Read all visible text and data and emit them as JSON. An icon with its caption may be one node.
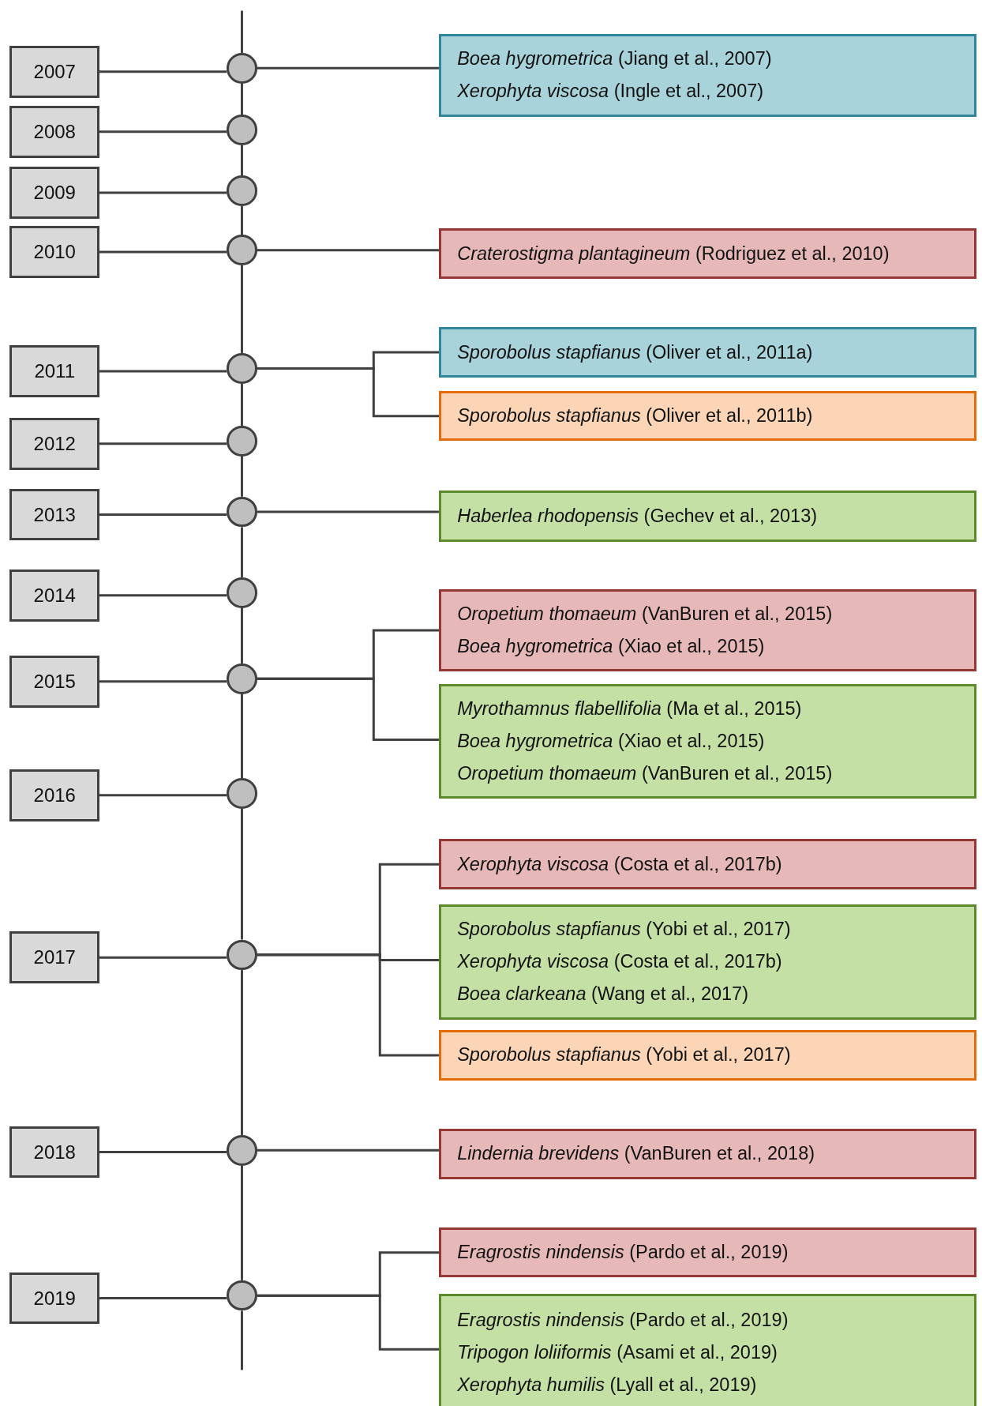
{
  "diagram": {
    "nodes": [
      {
        "text": [
          "2007"
        ]
      },
      {
        "text": [],
        "shape": "circle"
      },
      {
        "text": [
          "*Boea hygrometrica* (Jiang et al., 2007)",
          "*Xerophyta viscosa* (Ingle et al., 2007)"
        ]
      },
      {
        "text": [
          "2008"
        ]
      },
      {
        "text": [],
        "shape": "circle"
      },
      {
        "text": [
          "2009"
        ]
      },
      {
        "text": [],
        "shape": "circle"
      },
      {
        "text": [
          "2010"
        ]
      },
      {
        "text": [],
        "shape": "circle"
      },
      {
        "text": [
          "*Craterostigma plantagineum* (Rodriguez et al., 2010)"
        ]
      },
      {
        "text": [
          "2011"
        ]
      },
      {
        "text": [],
        "shape": "circle"
      },
      {
        "text": [
          "*Sporobolus stapfianus* (Oliver et al., 2011a)"
        ]
      },
      {
        "text": [
          "*Sporobolus stapfianus* (Oliver et al., 2011b)"
        ]
      },
      {
        "text": [
          "2012"
        ]
      },
      {
        "text": [],
        "shape": "circle"
      },
      {
        "text": [
          "2013"
        ]
      },
      {
        "text": [],
        "shape": "circle"
      },
      {
        "text": [
          "*Haberlea rhodopensis* (Gechev et al., 2013)"
        ]
      },
      {
        "text": [
          "2014"
        ]
      },
      {
        "text": [],
        "shape": "circle"
      },
      {
        "text": [
          "2015"
        ]
      },
      {
        "text": [],
        "shape": "circle"
      },
      {
        "text": [
          "*Oropetium thomaeum* (VanBuren et al., 2015)",
          "*Boea hygrometrica* (Xiao et al., 2015)"
        ]
      },
      {
        "text": [
          "*Myrothamnus flabellifolia* (Ma et al., 2015)",
          "*Boea hygrometrica* (Xiao et al., 2015)",
          "*Oropetium thomaeum* (VanBuren et al., 2015)"
        ]
      },
      {
        "text": [
          "2016"
        ]
      },
      {
        "text": [],
        "shape": "circle"
      },
      {
        "text": [
          "2017"
        ]
      },
      {
        "text": [],
        "shape": "circle"
      },
      {
        "text": [
          "*Xerophyta viscosa* (Costa et al., 2017b)"
        ]
      },
      {
        "text": [
          "*Sporobolus stapfianus* (Yobi et al., 2017)",
          "*Xerophyta viscosa* (Costa et al., 2017b)",
          "*Boea clarkeana* (Wang et al., 2017)"
        ]
      },
      {
        "text": [
          "*Sporobolus stapfianus* (Yobi et al., 2017)"
        ]
      },
      {
        "text": [
          "2018"
        ]
      },
      {
        "text": [],
        "shape": "circle"
      },
      {
        "text": [
          "*Lindernia brevidens* (VanBuren et al., 2018)"
        ]
      },
      {
        "text": [
          "2019"
        ]
      },
      {
        "text": [],
        "shape": "circle"
      },
      {
        "text": [
          "*Eragrostis nindensis* (Pardo et al., 2019)"
        ]
      },
      {
        "text": [
          "*Eragrostis nindensis* (Pardo et al., 2019)",
          "*Tripogon loliiformis* (Asami et al., 2019)",
          "*Xerophyta humilis* (Lyall et al., 2019)"
        ]
      }
    ],
    "edges": [
      {
        "from": 0,
        "to": 1,
        "arrow": "none"
      },
      {
        "from": 1,
        "to": 2,
        "arrow": "none"
      },
      {
        "from": 3,
        "to": 4,
        "arrow": "none"
      },
      {
        "from": 5,
        "to": 6,
        "arrow": "none"
      },
      {
        "from": 7,
        "to": 8,
        "arrow": "none"
      },
      {
        "from": 8,
        "to": 9,
        "arrow": "none"
      },
      {
        "from": 10,
        "to": 11,
        "arrow": "none"
      },
      {
        "from": 11,
        "to": 12,
        "arrow": "none"
      },
      {
        "from": 11,
        "to": 13,
        "arrow": "none"
      },
      {
        "from": 14,
        "to": 15,
        "arrow": "none"
      },
      {
        "from": 16,
        "to": 17,
        "arrow": "none"
      },
      {
        "from": 17,
        "to": 18,
        "arrow": "none"
      },
      {
        "from": 19,
        "to": 20,
        "arrow": "none"
      },
      {
        "from": 21,
        "to": 22,
        "arrow": "none"
      },
      {
        "from": 22,
        "to": 23,
        "arrow": "none"
      },
      {
        "from": 22,
        "to": 24,
        "arrow": "none"
      },
      {
        "from": 25,
        "to": 26,
        "arrow": "none"
      },
      {
        "from": 27,
        "to": 28,
        "arrow": "none"
      },
      {
        "from": 28,
        "to": 29,
        "arrow": "none"
      },
      {
        "from": 28,
        "to": 30,
        "arrow": "none"
      },
      {
        "from": 28,
        "to": 31,
        "arrow": "none"
      },
      {
        "from": 32,
        "to": 33,
        "arrow": "none"
      },
      {
        "from": 33,
        "to": 34,
        "arrow": "none"
      },
      {
        "from": 35,
        "to": 36,
        "arrow": "none"
      },
      {
        "from": 36,
        "to": 37,
        "arrow": "none"
      },
      {
        "from": 36,
        "to": 38,
        "arrow": "none"
      },
      {
        "from": 1,
        "to": 4,
        "arrow": "none"
      },
      {
        "from": 4,
        "to": 6,
        "arrow": "none"
      },
      {
        "from": 6,
        "to": 8,
        "arrow": "none"
      },
      {
        "from": 8,
        "to": 11,
        "arrow": "none"
      },
      {
        "from": 11,
        "to": 15,
        "arrow": "none"
      },
      {
        "from": 15,
        "to": 17,
        "arrow": "none"
      },
      {
        "from": 17,
        "to": 20,
        "arrow": "none"
      },
      {
        "from": 20,
        "to": 22,
        "arrow": "none"
      },
      {
        "from": 22,
        "to": 26,
        "arrow": "none"
      },
      {
        "from": 26,
        "to": 28,
        "arrow": "none"
      },
      {
        "from": 28,
        "to": 33,
        "arrow": "none"
      },
      {
        "from": 33,
        "to": 36,
        "arrow": "none"
      }
    ]
  }
}
